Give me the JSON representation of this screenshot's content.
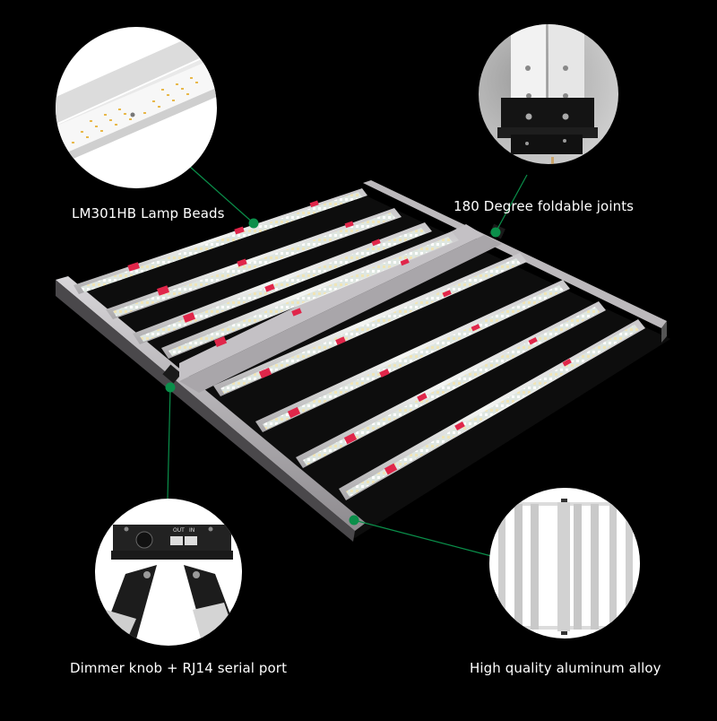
{
  "page": {
    "background": "#000000",
    "accent_color": "#0a8f4a",
    "subject": "Foldable 8-bar LED grow light"
  },
  "callouts": [
    {
      "id": "lamp-beads",
      "label": "LM301HB Lamp Beads",
      "icon": "led-strip-closeup"
    },
    {
      "id": "foldable-joints",
      "label": "180 Degree foldable joints",
      "icon": "hinge-joint-closeup"
    },
    {
      "id": "dimmer-port",
      "label": "Dimmer knob + RJ14 serial port",
      "icon": "dimmer-port-closeup",
      "port_labels": [
        "OUT",
        "IN"
      ]
    },
    {
      "id": "aluminum",
      "label": "High quality aluminum alloy",
      "icon": "aluminum-bars-closeup"
    }
  ],
  "product": {
    "bar_count": 8,
    "colors": {
      "frame": "#b9b6b9",
      "led_white": "#e8f0ea",
      "led_warm": "#f2e6b8",
      "led_red": "#e0264a"
    }
  }
}
